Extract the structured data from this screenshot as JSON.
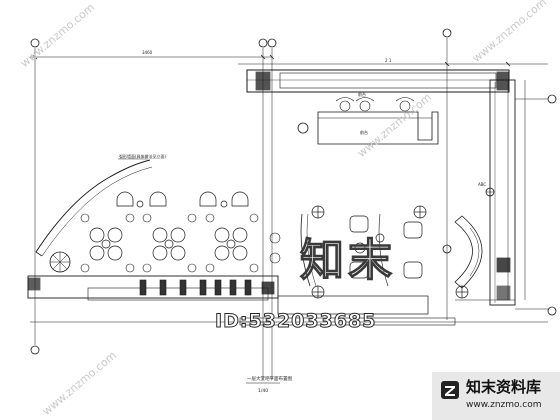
{
  "drawing": {
    "dimension_top_left": "3460",
    "dimension_top_right": "2 1",
    "room_label_upper": "前台",
    "reception_label": "前台",
    "note_curved_wall": "弧形墙面(具体做法见立面)",
    "note_right_wall": "ABC",
    "title": "一层大堂吧平面布置图",
    "scale": "1/40"
  },
  "watermark": {
    "cn_text": "知末",
    "id_text": "ID:532033685",
    "diagonal": "www.znzmo.com"
  },
  "badge": {
    "title": "知末资料库",
    "url": "www.znzmo.com"
  }
}
